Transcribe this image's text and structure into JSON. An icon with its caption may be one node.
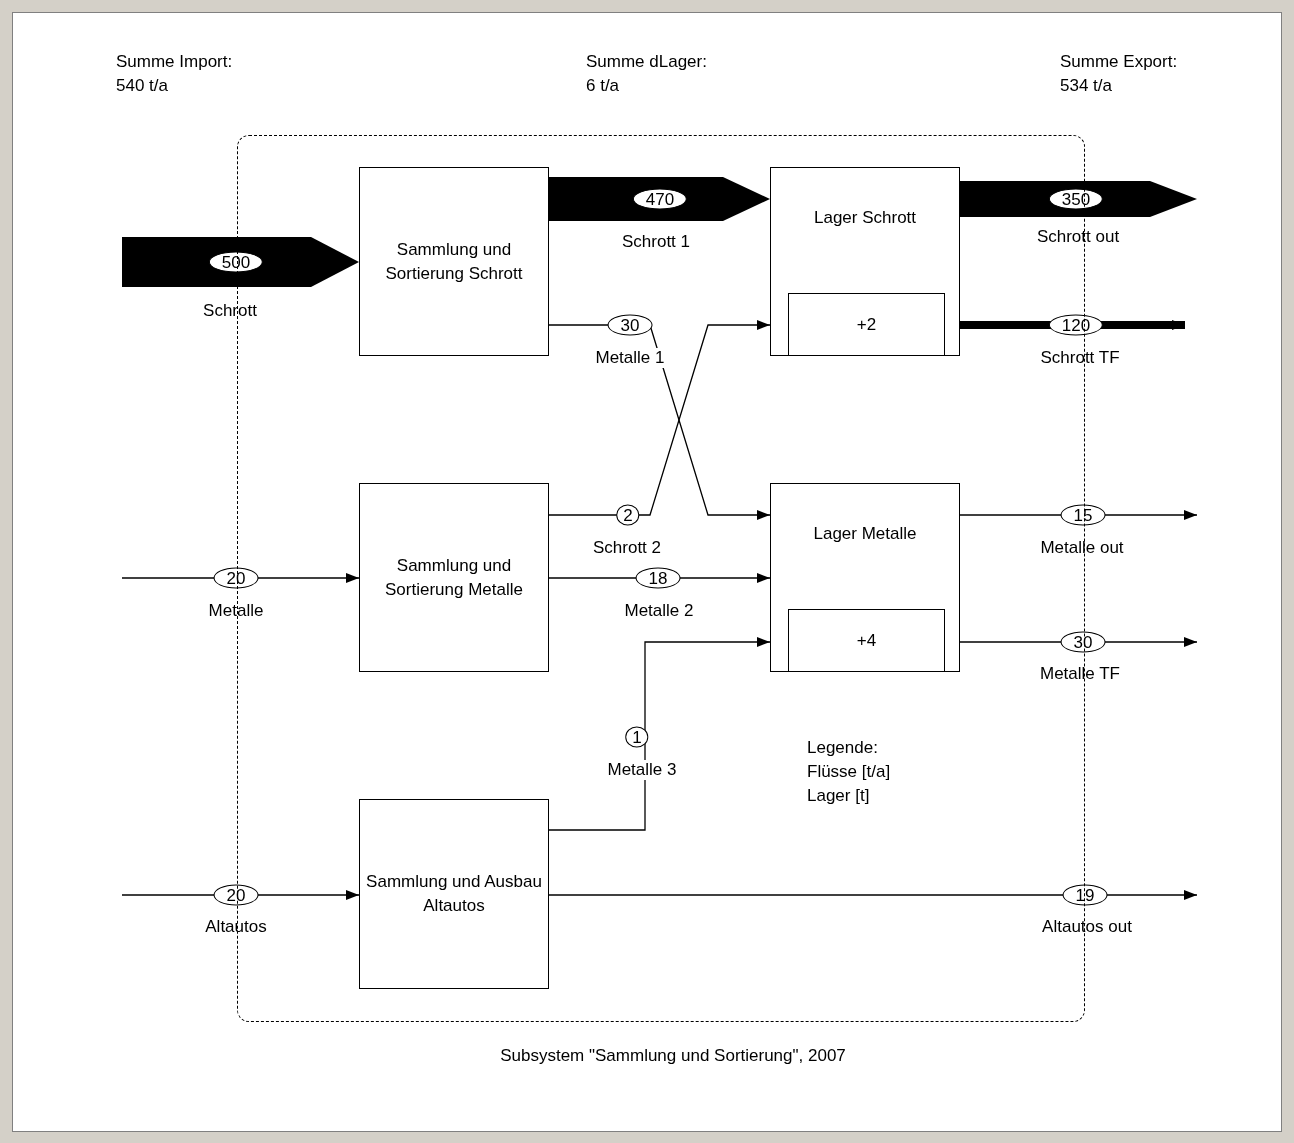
{
  "diagram": {
    "caption": "Subsystem \"Sammlung und Sortierung\", 2007",
    "nodes": [
      {
        "text": [],
        "shape": "box"
      },
      {
        "text": [
          "Sammlung und Sortierung Schrott"
        ],
        "in": 0
      },
      {
        "text": [
          "Lager Schrott"
        ],
        "in": 0
      },
      {
        "text": [
          "+2"
        ],
        "in": 2
      },
      {
        "text": [
          "Sammlung und Sortierung Metalle"
        ],
        "in": 0
      },
      {
        "text": [
          "Lager Metalle"
        ],
        "in": 0
      },
      {
        "text": [
          "+4"
        ],
        "in": 5
      },
      {
        "text": [
          "Sammlung und Ausbau Altautos"
        ],
        "in": 0
      }
    ],
    "edges": [
      {
        "from": null,
        "to": 1,
        "arrow": "to",
        "label": "500",
        "style": "thick"
      },
      {
        "from": null,
        "to": 4,
        "arrow": "to",
        "label": "20"
      },
      {
        "from": null,
        "to": 7,
        "arrow": "to",
        "label": "20"
      },
      {
        "from": 1,
        "to": 2,
        "arrow": "to",
        "label": "470",
        "style": "thick"
      },
      {
        "from": 1,
        "to": 5,
        "arrow": "to",
        "label": "30"
      },
      {
        "from": 4,
        "to": 2,
        "arrow": "to",
        "label": "2"
      },
      {
        "from": 4,
        "to": 5,
        "arrow": "to",
        "label": "18"
      },
      {
        "from": 7,
        "to": 5,
        "arrow": "to",
        "label": "1"
      },
      {
        "from": 2,
        "to": null,
        "arrow": "to",
        "label": "350",
        "style": "thick"
      },
      {
        "from": 2,
        "to": null,
        "arrow": "to",
        "label": "120",
        "style": "thick"
      },
      {
        "from": 5,
        "to": null,
        "arrow": "to",
        "label": "15"
      },
      {
        "from": 5,
        "to": null,
        "arrow": "to",
        "label": "30"
      },
      {
        "from": 7,
        "to": null,
        "arrow": "to",
        "label": "19"
      }
    ],
    "labels": [
      "Summe Import: 540 t/a",
      "Summe dLager: 6 t/a",
      "Summe Export: 534 t/a",
      "Schrott out",
      "Schrott 1",
      "Schrott",
      "Metalle 1",
      "Schrott TF",
      "Schrott 2",
      "Metalle out",
      "Metalle",
      "Metalle 2",
      "Metalle TF",
      "Metalle 3",
      "Altautos",
      "Altautos out",
      "Legende: Flüsse [t/a] Lager [t]"
    ]
  }
}
